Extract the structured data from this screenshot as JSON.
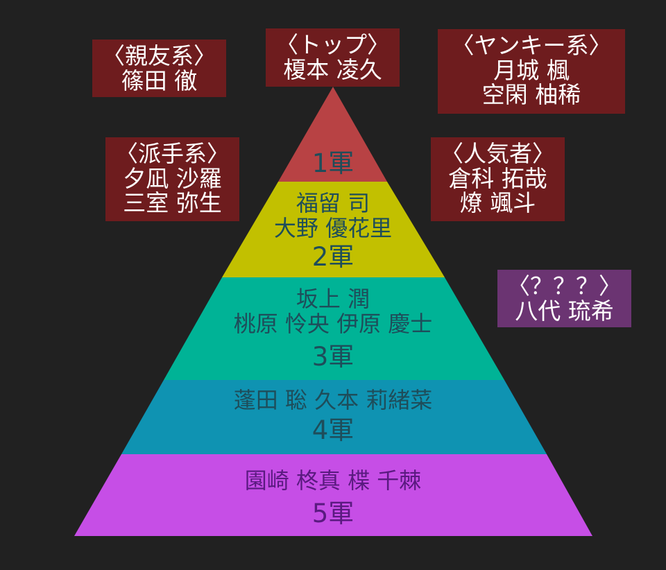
{
  "colors": {
    "background": "#212121",
    "tier1": "#b84244",
    "tier2": "#c2c000",
    "tier3": "#00b396",
    "tier4": "#0f93b2",
    "tier5": "#c64ee6",
    "group_box": "#6e1c1e",
    "mystery_box": "#6b3472",
    "tier_text_dark": "#1e4d5a",
    "tier_text_purple": "#5a1a80"
  },
  "tiers": [
    {
      "label": "1軍",
      "names": []
    },
    {
      "label": "2軍",
      "names": [
        "福留 司",
        "大野 優花里"
      ]
    },
    {
      "label": "3軍",
      "names": [
        "坂上 潤",
        "桃原 怜央  伊原 慶士"
      ]
    },
    {
      "label": "4軍",
      "names": [
        "蓬田 聡  久本 莉緒菜"
      ]
    },
    {
      "label": "5軍",
      "names": [
        "園崎 柊真  楪 千棘"
      ]
    }
  ],
  "groups": {
    "top": {
      "title": "〈トップ〉",
      "names": [
        "榎本 凌久"
      ]
    },
    "best_friend": {
      "title": "〈親友系〉",
      "names": [
        "篠田 徹"
      ]
    },
    "yankee": {
      "title": "〈ヤンキー系〉",
      "names": [
        "月城 楓",
        "空閑 柚稀"
      ]
    },
    "flashy": {
      "title": "〈派手系〉",
      "names": [
        "夕凪 沙羅",
        "三室 弥生"
      ]
    },
    "popular": {
      "title": "〈人気者〉",
      "names": [
        "倉科 拓哉",
        "燎 颯斗"
      ]
    },
    "mystery": {
      "title": "〈？？？〉",
      "names": [
        "八代 琉希"
      ]
    }
  }
}
